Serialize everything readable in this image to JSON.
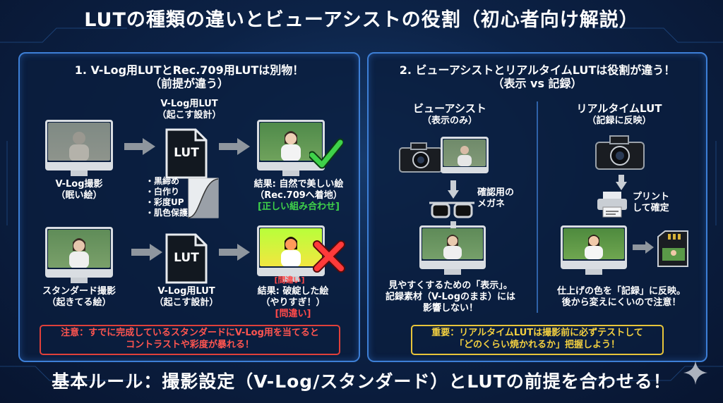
{
  "title": "LUTの種類の違いとビューアシストの役割（初心者向け解説）",
  "footer": "基本ルール：撮影設定（V-Log/スタンダード）とLUTの前提を合わせる！",
  "left": {
    "title_line1": "1. V-Log用LUTとRec.709用LUTは別物！",
    "title_line2": "（前提が違う）",
    "row1": {
      "source_label": [
        "V-Log撮影",
        "（眠い絵）"
      ],
      "lut_label": [
        "V-Log用LUT",
        "（起こす設計）"
      ],
      "lut_text": "LUT",
      "bullets": [
        "・黒締め",
        "・白作り",
        "・彩度UP",
        "・肌色保護"
      ],
      "result_label": [
        "結果: 自然で美しい絵",
        "（Rec.709へ着地）"
      ],
      "result_tag": "[正しい組み合わせ]"
    },
    "row2": {
      "source_label": [
        "スタンダード撮影",
        "（起きてる絵）"
      ],
      "lut_label": [
        "V-Log用LUT",
        "（起こす設計）"
      ],
      "lut_text": "LUT",
      "result_tag": "[間違い]",
      "result_label": [
        "結果: 破綻した絵",
        "（やりすぎ！）"
      ],
      "result_tag2": "[問違い]"
    },
    "note_line1": "注意：すでに完成しているスタンダードにV-Log用を当てると",
    "note_line2": "コントラストや彩度が暴れる！"
  },
  "right": {
    "title_line1": "2. ビューアシストとリアルタイムLUTは役割が違う！",
    "title_line2": "（表示 vs 記録）",
    "view_assist": {
      "heading": "ビューアシスト",
      "sub": "（表示のみ）",
      "glasses_label": [
        "確認用の",
        "メガネ"
      ],
      "desc": [
        "見やすくするための「表示」。",
        "記録素材（V-Logのまま）には",
        "影響しない！"
      ]
    },
    "realtime": {
      "heading": "リアルタイムLUT",
      "sub": "（記録に反映）",
      "print_label": [
        "プリント",
        "して確定"
      ],
      "desc": [
        "仕上げの色を「記録」に反映。",
        "後から変えにくいので注意！"
      ]
    },
    "important_line1": "重要：リアルタイムLUTは撮影前に必ずテストして",
    "important_line2": "「どのくらい焼かれるか」把握しよう！"
  }
}
